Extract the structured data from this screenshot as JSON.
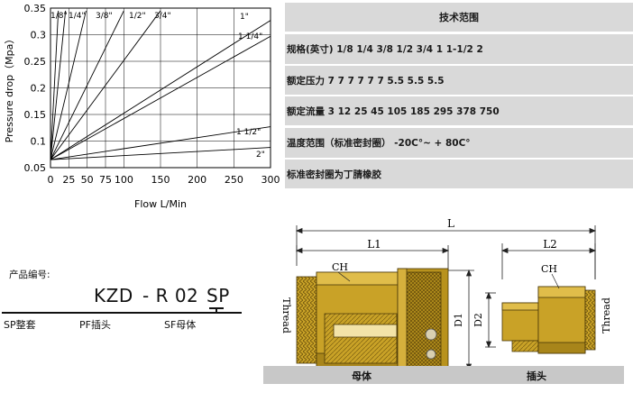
{
  "chart_data": {
    "type": "line",
    "xlabel": "Flow L/Min",
    "ylabel": "Pressure drop（Mpa）",
    "xlim": [
      0,
      300
    ],
    "ylim": [
      0.05,
      0.35
    ],
    "xticks": [
      0,
      25,
      50,
      75,
      100,
      150,
      200,
      250,
      300
    ],
    "yticks": [
      0.05,
      0.1,
      0.15,
      0.2,
      0.25,
      0.3,
      0.35
    ],
    "grid": true,
    "series": [
      {
        "name": "1/8\"",
        "x": [
          0,
          10.7
        ],
        "y": [
          0.065,
          0.345
        ]
      },
      {
        "name": "1/4\"",
        "x": [
          0,
          20.5
        ],
        "y": [
          0.065,
          0.345
        ]
      },
      {
        "name": "3/8\"",
        "x": [
          0,
          48.5
        ],
        "y": [
          0.065,
          0.345
        ]
      },
      {
        "name": "1/2\"",
        "x": [
          0,
          100
        ],
        "y": [
          0.065,
          0.345
        ]
      },
      {
        "name": "3/4\"",
        "x": [
          0,
          150
        ],
        "y": [
          0.065,
          0.345
        ]
      },
      {
        "name": "1\"",
        "x": [
          0,
          300
        ],
        "y": [
          0.065,
          0.327
        ]
      },
      {
        "name": "1 1/4\"",
        "x": [
          0,
          300
        ],
        "y": [
          0.065,
          0.297
        ]
      },
      {
        "name": "1 1/2\"",
        "x": [
          0,
          300
        ],
        "y": [
          0.065,
          0.127
        ]
      },
      {
        "name": "2\"",
        "x": [
          0,
          300
        ],
        "y": [
          0.065,
          0.088
        ]
      }
    ]
  },
  "spec_table": {
    "title": "技术范围",
    "rows": [
      "规格(英寸) 1/8 1/4 3/8 1/2 3/4 1 1-1/2 2",
      "额定压力 7 7 7 7 7 7 5.5 5.5 5.5",
      "额定流量 3 12 25 45 105 185 295 378 750",
      "温度范围（标准密封圈） -20C°~ + 80C°",
      "标准密封圈为丁腈橡胶"
    ]
  },
  "product_code": {
    "title": "产品编号:",
    "code_prefix": "KZD",
    "code_middle": "- R 02",
    "code_suffix": "SP",
    "labels": [
      "SP整套",
      "PF插头",
      "SF母体"
    ]
  },
  "drawing": {
    "dim_L": "L",
    "dim_L1": "L1",
    "dim_L2": "L2",
    "ch_left": "CH",
    "ch_right": "CH",
    "thread_left": "Thread",
    "thread_right": "Thread",
    "d1": "D1",
    "d2": "D2",
    "female_label": "母体",
    "male_label": "插头",
    "body_color": "#c9a227",
    "body_dark": "#8a6d12"
  }
}
